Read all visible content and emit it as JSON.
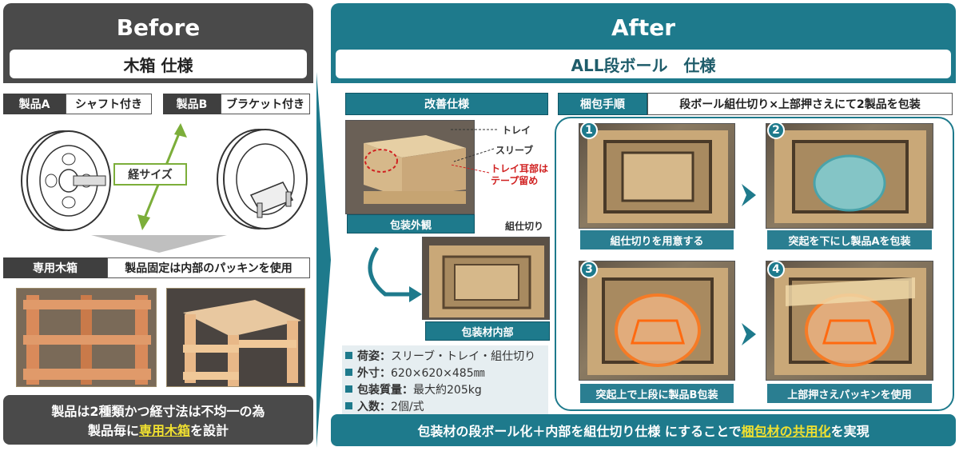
{
  "before": {
    "header": "Before",
    "subheader": "木箱 仕様",
    "product_a_label": "製品A",
    "product_a_desc": "シャフト付き",
    "product_b_label": "製品B",
    "product_b_desc": "ブラケット付き",
    "diameter_label": "経サイズ",
    "crate_label": "専用木箱",
    "crate_desc": "製品固定は内部のパッキンを使用",
    "footer_line1": "製品は2種類かつ経寸法は不均一の為",
    "footer_line2_pre": "製品毎に",
    "footer_line2_highlight": "専用木箱",
    "footer_line2_post": "を設計"
  },
  "after": {
    "header": "After",
    "subheader": "ALL段ボール　仕様",
    "improved_label": "改善仕様",
    "annot_tray": "トレイ",
    "annot_sleeve": "スリーブ",
    "annot_tape": "トレイ耳部は\nテープ留め",
    "exterior_label": "包装外観",
    "annot_partition": "組仕切り",
    "interior_label": "包装材内部",
    "specs": [
      {
        "key": "荷姿：",
        "value": "スリーブ・トレイ・組仕切り"
      },
      {
        "key": "外寸：",
        "value": "620×620×485㎜"
      },
      {
        "key": "包装質量：",
        "value": "最大約205kg"
      },
      {
        "key": "入数：",
        "value": "2個/式"
      }
    ],
    "procedure_label": "梱包手順",
    "procedure_desc": "段ボール組仕切り×上部押さえにて2製品を包装",
    "steps": [
      {
        "num": "1",
        "caption": "組仕切りを用意する"
      },
      {
        "num": "2",
        "caption": "突起を下にし製品Aを包装"
      },
      {
        "num": "3",
        "caption": "突起上で上段に製品B包装"
      },
      {
        "num": "4",
        "caption": "上部押さえパッキンを使用"
      }
    ],
    "footer_pre": "包装材の段ボール化＋内部を組仕切り仕様 にすることで ",
    "footer_highlight": "梱包材の共用化",
    "footer_post": "を実現"
  },
  "colors": {
    "teal": "#1e7a8c",
    "dark": "#4a4a4a",
    "highlight": "#f0e030"
  }
}
